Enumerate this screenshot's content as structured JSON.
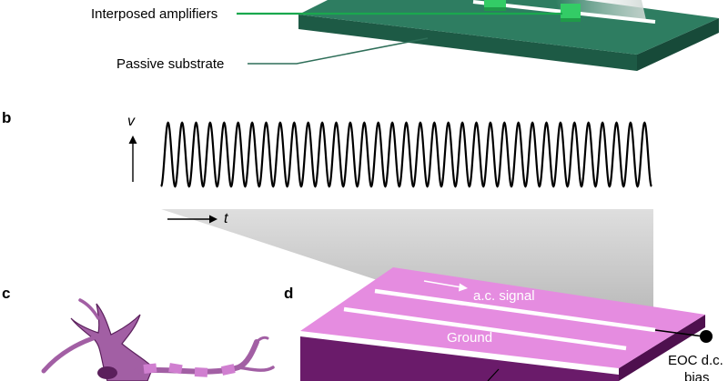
{
  "panel_a": {
    "label_amplifiers": "Interposed amplifiers",
    "label_substrate": "Passive substrate"
  },
  "panel_b": {
    "panel_letter": "b",
    "y_axis_symbol": "v",
    "x_axis_symbol": "t",
    "cycles": 35
  },
  "panel_c": {
    "panel_letter": "c"
  },
  "panel_d": {
    "panel_letter": "d",
    "signal_label": "a.c. signal",
    "ground_label": "Ground",
    "bias_label_line1": "EOC d.c.",
    "bias_label_line2": "bias"
  },
  "colors": {
    "substrate_top": "#2e7d61",
    "substrate_side": "#1d5a45",
    "amplifier": "#33cc66",
    "leader_line": "#1aa84e",
    "pad_top": "#e58ce0",
    "pad_side": "#6a1b6a",
    "neuron": "#a25fa4",
    "neuron_dark": "#5b205c"
  }
}
